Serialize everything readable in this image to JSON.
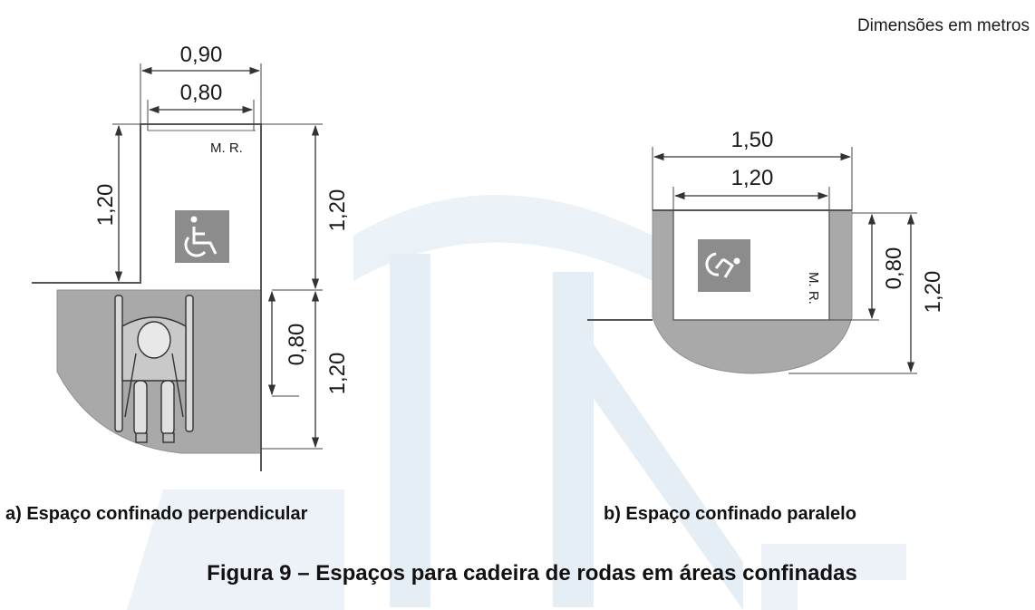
{
  "units_note": "Dimensões em metros",
  "figure_title": "Figura 9 – Espaços para cadeira de rodas em áreas confinadas",
  "colors": {
    "fill_gray": "#a9a9a9",
    "line": "#555555",
    "icon_bg": "#8c8c8c",
    "watermark": "#d6e3ee"
  },
  "watermark": "ABNT",
  "panel_a": {
    "caption": "a) Espaço confinado perpendicular",
    "dims": {
      "outer_width": "0,90",
      "inner_width": "0,80",
      "left_height": "1,20",
      "right_upper_height": "1,20",
      "inner_depth": "0,80",
      "lower_height": "1,20"
    },
    "label_mr": "M. R.",
    "icon": "wheelchair-icon"
  },
  "panel_b": {
    "caption": "b) Espaço confinado paralelo",
    "dims": {
      "outer_width": "1,50",
      "inner_width": "1,20",
      "inner_depth": "0,80",
      "total_depth": "1,20"
    },
    "label_mr": "M. R.",
    "icon": "transfer-icon"
  }
}
